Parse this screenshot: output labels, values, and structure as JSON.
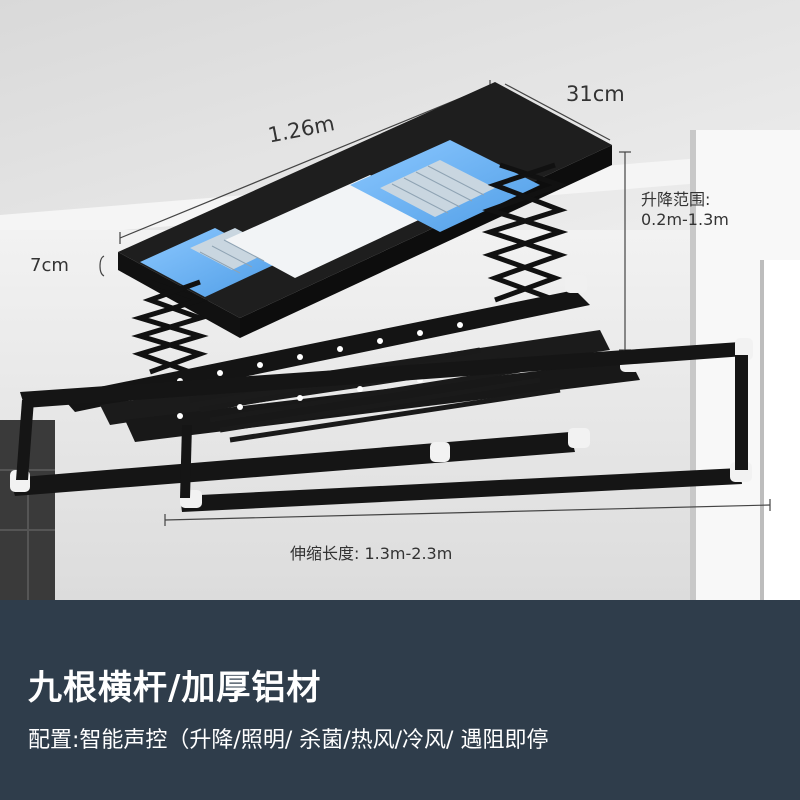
{
  "dimensions": {
    "width": "1.26m",
    "depth": "31cm",
    "thickness": "7cm",
    "lift_title": "升降范围:",
    "lift_range": "0.2m-1.3m",
    "extension": "伸缩长度: 1.3m-2.3m"
  },
  "info": {
    "title": "九根横杆/加厚铝材",
    "config": "配置:智能声控（升降/照明/ 杀菌/热风/冷风/ 遇阻即停"
  },
  "colors": {
    "panel": "#2f3d4b",
    "frame": "#1a1a1a",
    "light_blue": "#6fb4f0",
    "ceiling": "#e6e6e6"
  }
}
